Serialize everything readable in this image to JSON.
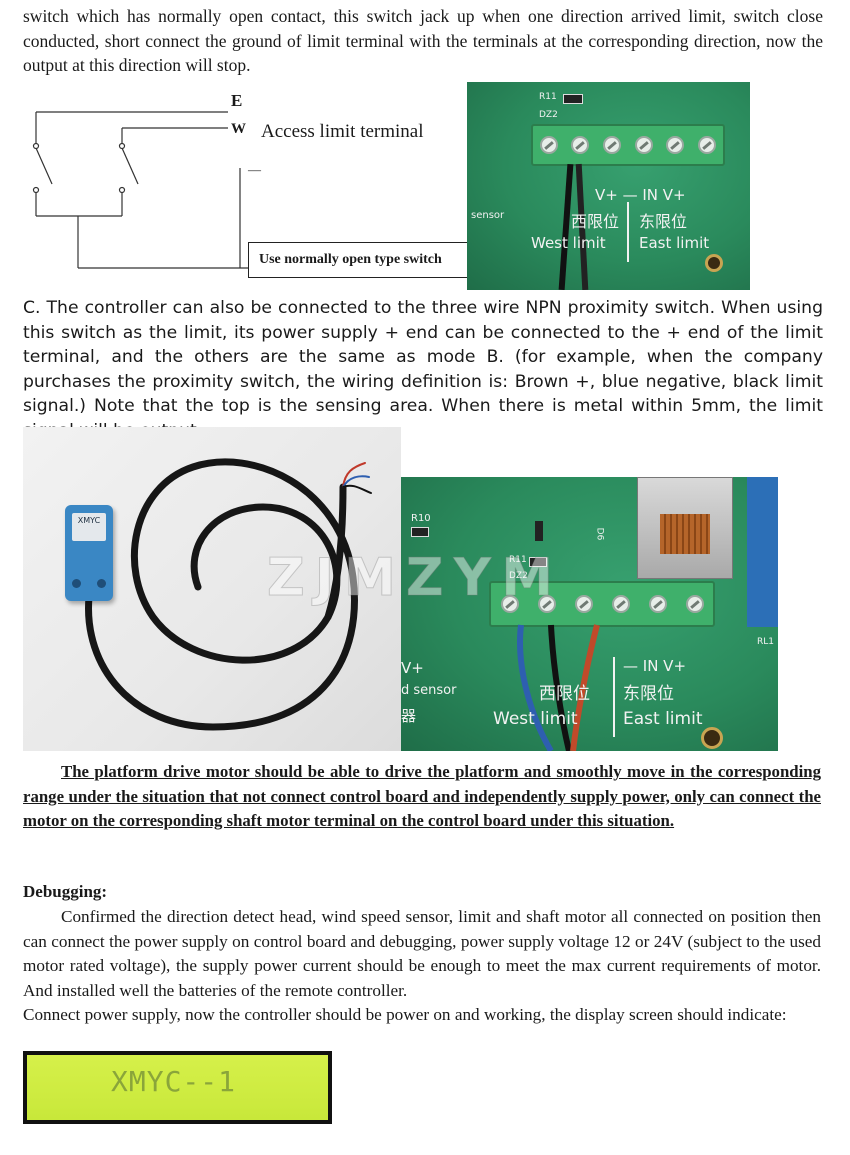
{
  "paragraphs": {
    "top": "switch which has normally open contact, this switch jack up when one direction arrived limit, switch close conducted, short connect the ground of limit terminal with the terminals at the corresponding direction, now the output at this direction will stop.",
    "proximity": "C. The controller can also be connected to the three wire NPN proximity switch. When using this switch as the limit, its power supply + end can be connected to the + end of the limit terminal, and the others are the same as mode B. (for example, when the company purchases the proximity switch, the wiring definition is: Brown +, blue negative, black limit signal.) Note that the top is the sensing area. When there is metal within 5mm, the limit signal will be output.",
    "motor": "The platform drive motor should be able to drive the platform and smoothly move in the corresponding range under the situation that not connect control board and independently supply power, only can connect the motor on the corresponding shaft motor terminal on the control board under this situation.",
    "debugging_title": "Debugging:",
    "debugging": "Confirmed the direction detect head, wind speed sensor, limit and shaft motor all connected on position then can connect the power supply on control board and debugging, power supply voltage 12 or 24V (subject to the used motor rated voltage), the supply power current should be enough to meet the max current requirements of motor. And installed well the batteries of the remote controller.",
    "power": "Connect power supply, now the controller should be power on and working, the display screen should indicate:"
  },
  "diagram": {
    "label_e": "E",
    "label_w": "W",
    "label_dash": "—",
    "access_label": "Access limit terminal",
    "caption": "Use normally open type switch"
  },
  "pcb_photo_1": {
    "r_label": "R11",
    "dz_label": "DZ2",
    "pins": "V+   —  IN  V+",
    "sensor": "sensor",
    "cn_west": "西限位",
    "cn_east": "东限位",
    "west": "West limit",
    "east": "East limit"
  },
  "pcb_photo_2": {
    "r10": "R10",
    "r11": "R11",
    "dz2": "DZ2",
    "d6": "D6",
    "rl1": "RL1",
    "plus": "V+",
    "pins": "—  IN  V+",
    "sensor": "d sensor",
    "cn_left": "器",
    "cn_west": "西限位",
    "cn_east": "东限位",
    "west": "West limit",
    "east": "East limit"
  },
  "sensor_photo": {
    "sticker": "XMYC"
  },
  "watermark": "ZJMZYM",
  "lcd": {
    "text": "XMYC--1",
    "bg_color": "#cfeb3f"
  }
}
